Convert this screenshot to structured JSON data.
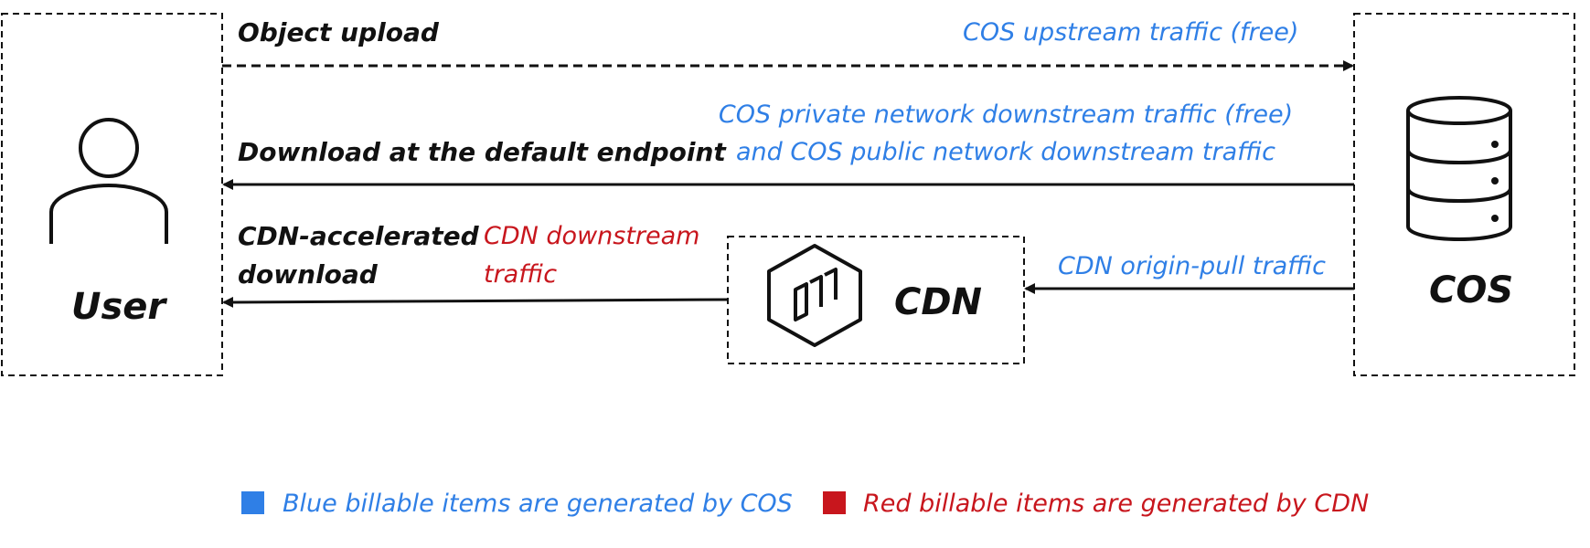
{
  "nodes": {
    "user": {
      "label": "User"
    },
    "cos": {
      "label": "COS"
    },
    "cdn": {
      "label": "CDN"
    }
  },
  "flows": {
    "upload": {
      "label": "Object upload",
      "traffic": "COS upstream traffic (free)"
    },
    "default_download": {
      "label": "Download at the default endpoint",
      "traffic_line1": "COS private network downstream traffic (free)",
      "traffic_line2": "and COS public network downstream traffic"
    },
    "cdn_download": {
      "label_line1": "CDN-accelerated",
      "label_line2": "download",
      "traffic_line1": "CDN downstream",
      "traffic_line2": "traffic"
    },
    "origin_pull": {
      "traffic": "CDN origin-pull traffic"
    }
  },
  "legend": {
    "blue": {
      "text": "Blue billable items are generated by COS",
      "color": "#2f7fe6"
    },
    "red": {
      "text": "Red billable items are generated by CDN",
      "color": "#c8161d"
    }
  },
  "colors": {
    "blue": "#2f7fe6",
    "red": "#c8161d",
    "stroke": "#111111"
  }
}
